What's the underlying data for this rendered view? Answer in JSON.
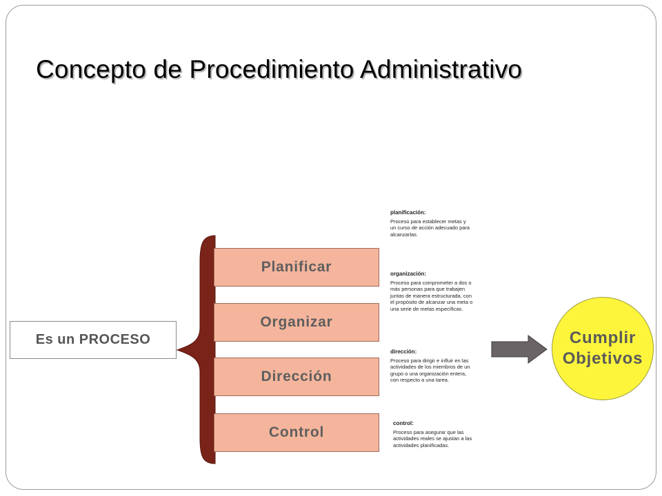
{
  "slide": {
    "title": "Concepto de Procedimiento Administrativo",
    "process_label": "Es un PROCESO",
    "steps": [
      {
        "label": "Planificar"
      },
      {
        "label": "Organizar"
      },
      {
        "label": "Dirección"
      },
      {
        "label": "Control"
      }
    ],
    "definitions": [
      {
        "term": "planificación:",
        "text": "Proceso para establecer metas y un curso de acción adecuado para alcanzarlas."
      },
      {
        "term": "organización:",
        "text": "Proceso para comprometer a dos o más personas para que trabajen juntas de manera estructurada, con el propósito de alcanzar una meta o una serie de metas específicas."
      },
      {
        "term": "dirección:",
        "text": "Proceso para dirigir e influir en las actividades de los miembros de un grupo o una organización entera, con respecto a una tarea."
      },
      {
        "term": "control:",
        "text": "Proceso para asegurar que las actividades reales se ajustan a las actividades planificadas."
      }
    ],
    "goal": {
      "line1": "Cumplir",
      "line2": "Objetivos"
    },
    "colors": {
      "step_fill": "#f4b59c",
      "brace_fill": "#7a2318",
      "goal_fill": "#fdf53c",
      "arrow_fill": "#6b6466"
    }
  }
}
